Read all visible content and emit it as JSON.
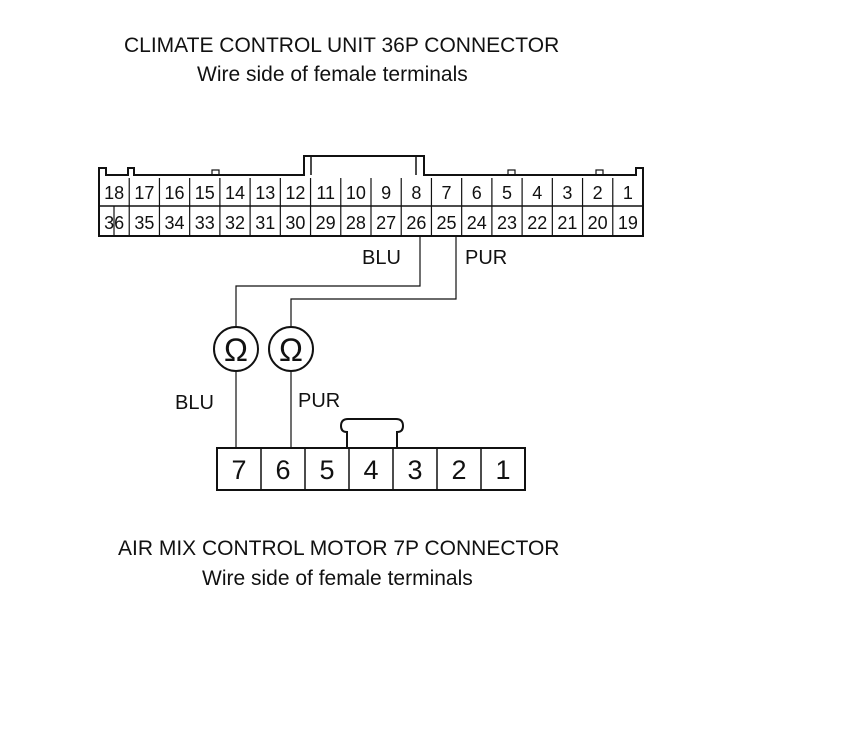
{
  "top_connector": {
    "title": "CLIMATE CONTROL UNIT 36P CONNECTOR",
    "subtitle": "Wire side of female terminals",
    "row_top": [
      "18",
      "17",
      "16",
      "15",
      "14",
      "13",
      "12",
      "11",
      "10",
      "9",
      "8",
      "7",
      "6",
      "5",
      "4",
      "3",
      "2",
      "1"
    ],
    "row_bottom": [
      "36",
      "35",
      "34",
      "33",
      "32",
      "31",
      "30",
      "29",
      "28",
      "27",
      "26",
      "25",
      "24",
      "23",
      "22",
      "21",
      "20",
      "19"
    ]
  },
  "bottom_connector": {
    "title": "AIR MIX CONTROL MOTOR 7P CONNECTOR",
    "subtitle": "Wire side of female terminals",
    "pins": [
      "7",
      "6",
      "5",
      "4",
      "3",
      "2",
      "1"
    ]
  },
  "wires": {
    "blu_label_top": "BLU",
    "pur_label_top": "PUR",
    "blu_label_bottom": "BLU",
    "pur_label_bottom": "PUR"
  },
  "meter_symbol": "Ω"
}
